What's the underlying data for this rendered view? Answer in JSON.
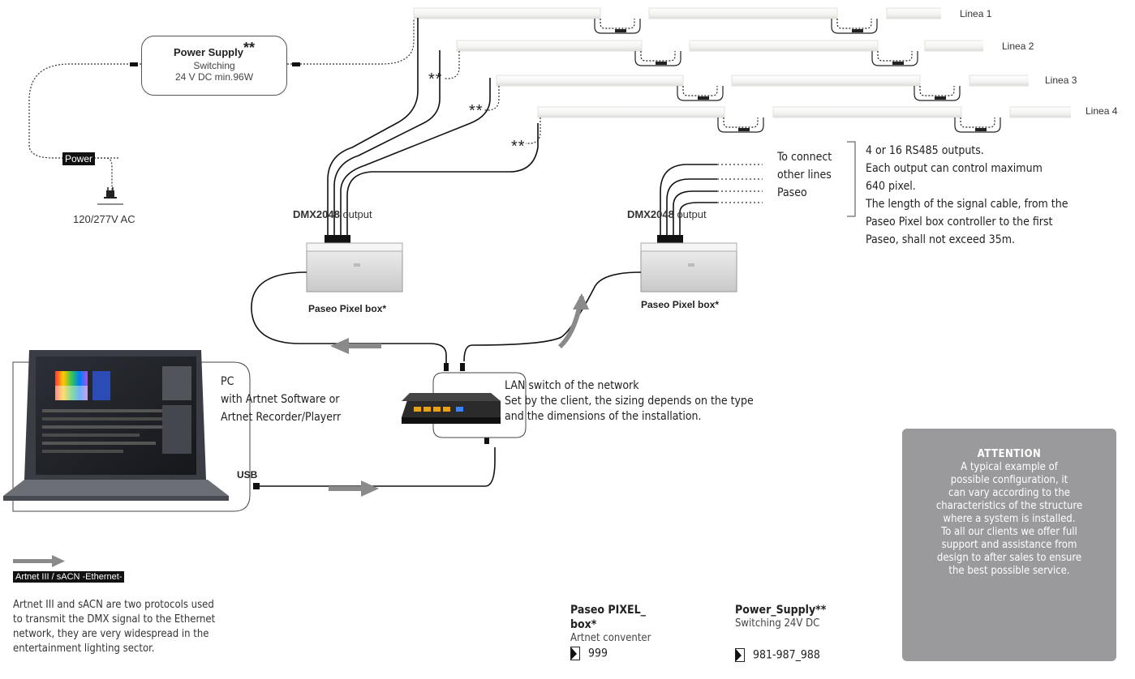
{
  "lines": [
    "Linea 1",
    "Linea 2",
    "Linea 3",
    "Linea 4"
  ],
  "stars": "**",
  "power_supply": {
    "title": "Power Supply",
    "title_stars": "**",
    "line1": "Switching",
    "line2": "24 V DC min.96W"
  },
  "power_tag": "Power",
  "ac_label": "120/277V AC",
  "dmx": {
    "left_bold": "DMX2048",
    "left_suffix": "output",
    "right_bold": "DMX2048",
    "right_suffix": "output"
  },
  "to_connect": [
    "To connect",
    "other lines",
    "Paseo"
  ],
  "rs485_info": [
    "4 or 16 RS485 outputs.",
    "Each output can control maximum",
    "640 pixel.",
    "The length of the signal cable, from the",
    "Paseo Pixel box controller to the first",
    "Paseo, shall not exceed 35m."
  ],
  "pixel_box_left": "Paseo Pixel box*",
  "pixel_box_right": "Paseo Pixel box*",
  "pc_label": [
    "PC",
    "with Artnet Software or",
    "Artnet Recorder/Playerr"
  ],
  "usb_label": "USB",
  "lan_label": [
    "LAN switch of the network",
    "Set by the client, the sizing depends on the type",
    "and the dimensions of the installation."
  ],
  "legend_tag": "Artnet III / sACN -Ethernet-",
  "legend_text": [
    "Artnet III and sACN are two protocols used",
    "to transmit the DMX signal to the Ethernet",
    "network, they are very widespread in the",
    "entertainment lighting sector."
  ],
  "product_1": {
    "title_line1": "Paseo PIXEL_",
    "title_line2": "box*",
    "subtitle": "Artnet conventer",
    "code": "999"
  },
  "product_2": {
    "title": "Power_Supply**",
    "subtitle": "Switching 24V DC",
    "code": "981-987_988"
  },
  "attention": {
    "heading": "ATTENTION",
    "lines": [
      "A typical example of",
      "possible configuration, it",
      "can vary according to the",
      "characteristics of the structure",
      "where a system is installed.",
      "To all our clients we offer full",
      "support and assistance from",
      "design to after sales to ensure",
      "the best possible service."
    ]
  },
  "colors": {
    "arrow": "#8a8a8a",
    "attention_bg": "#9a9a9c",
    "tag_bg": "#111111"
  }
}
